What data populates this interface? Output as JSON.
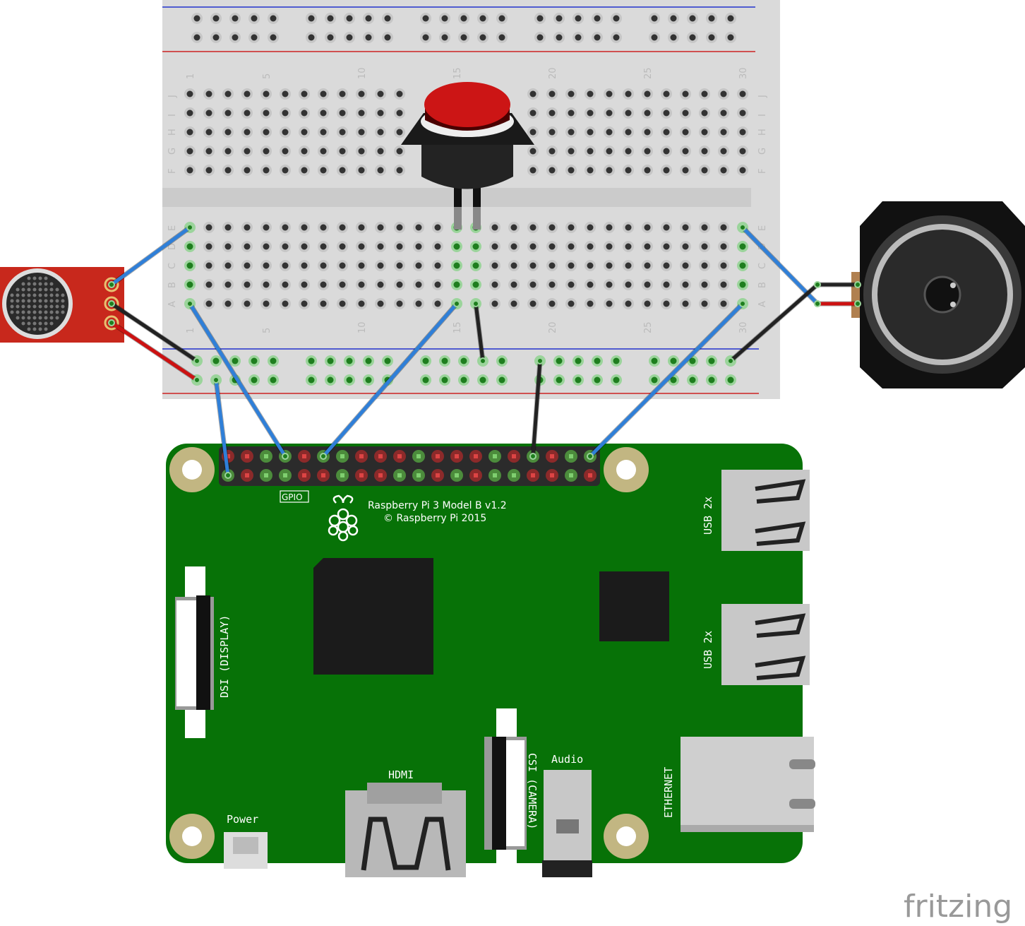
{
  "breadboard": {
    "row_letters_top": [
      "J",
      "I",
      "H",
      "G",
      "F"
    ],
    "row_letters_bottom": [
      "E",
      "D",
      "C",
      "B",
      "A"
    ],
    "column_numbers": [
      "1",
      "5",
      "10",
      "15",
      "20",
      "25",
      "30"
    ]
  },
  "raspberry_pi": {
    "model": "Raspberry Pi 3 Model B v1.2",
    "copyright": "© Raspberry Pi 2015",
    "gpio_label": "GPIO",
    "dsi_label": "DSI (DISPLAY)",
    "csi_label": "CSI (CAMERA)",
    "audio_label": "Audio",
    "hdmi_label": "HDMI",
    "power_label": "Power",
    "usb_label_1": "USB 2x",
    "usb_label_2": "USB 2x",
    "ethernet_label": "ETHERNET"
  },
  "colors": {
    "wire_blue": "#2f7fd8",
    "wire_black": "#222222",
    "wire_red": "#cc1111",
    "pcb_green": "#077207",
    "button_red": "#cc1515"
  },
  "footer": {
    "logo": "fritzing"
  }
}
